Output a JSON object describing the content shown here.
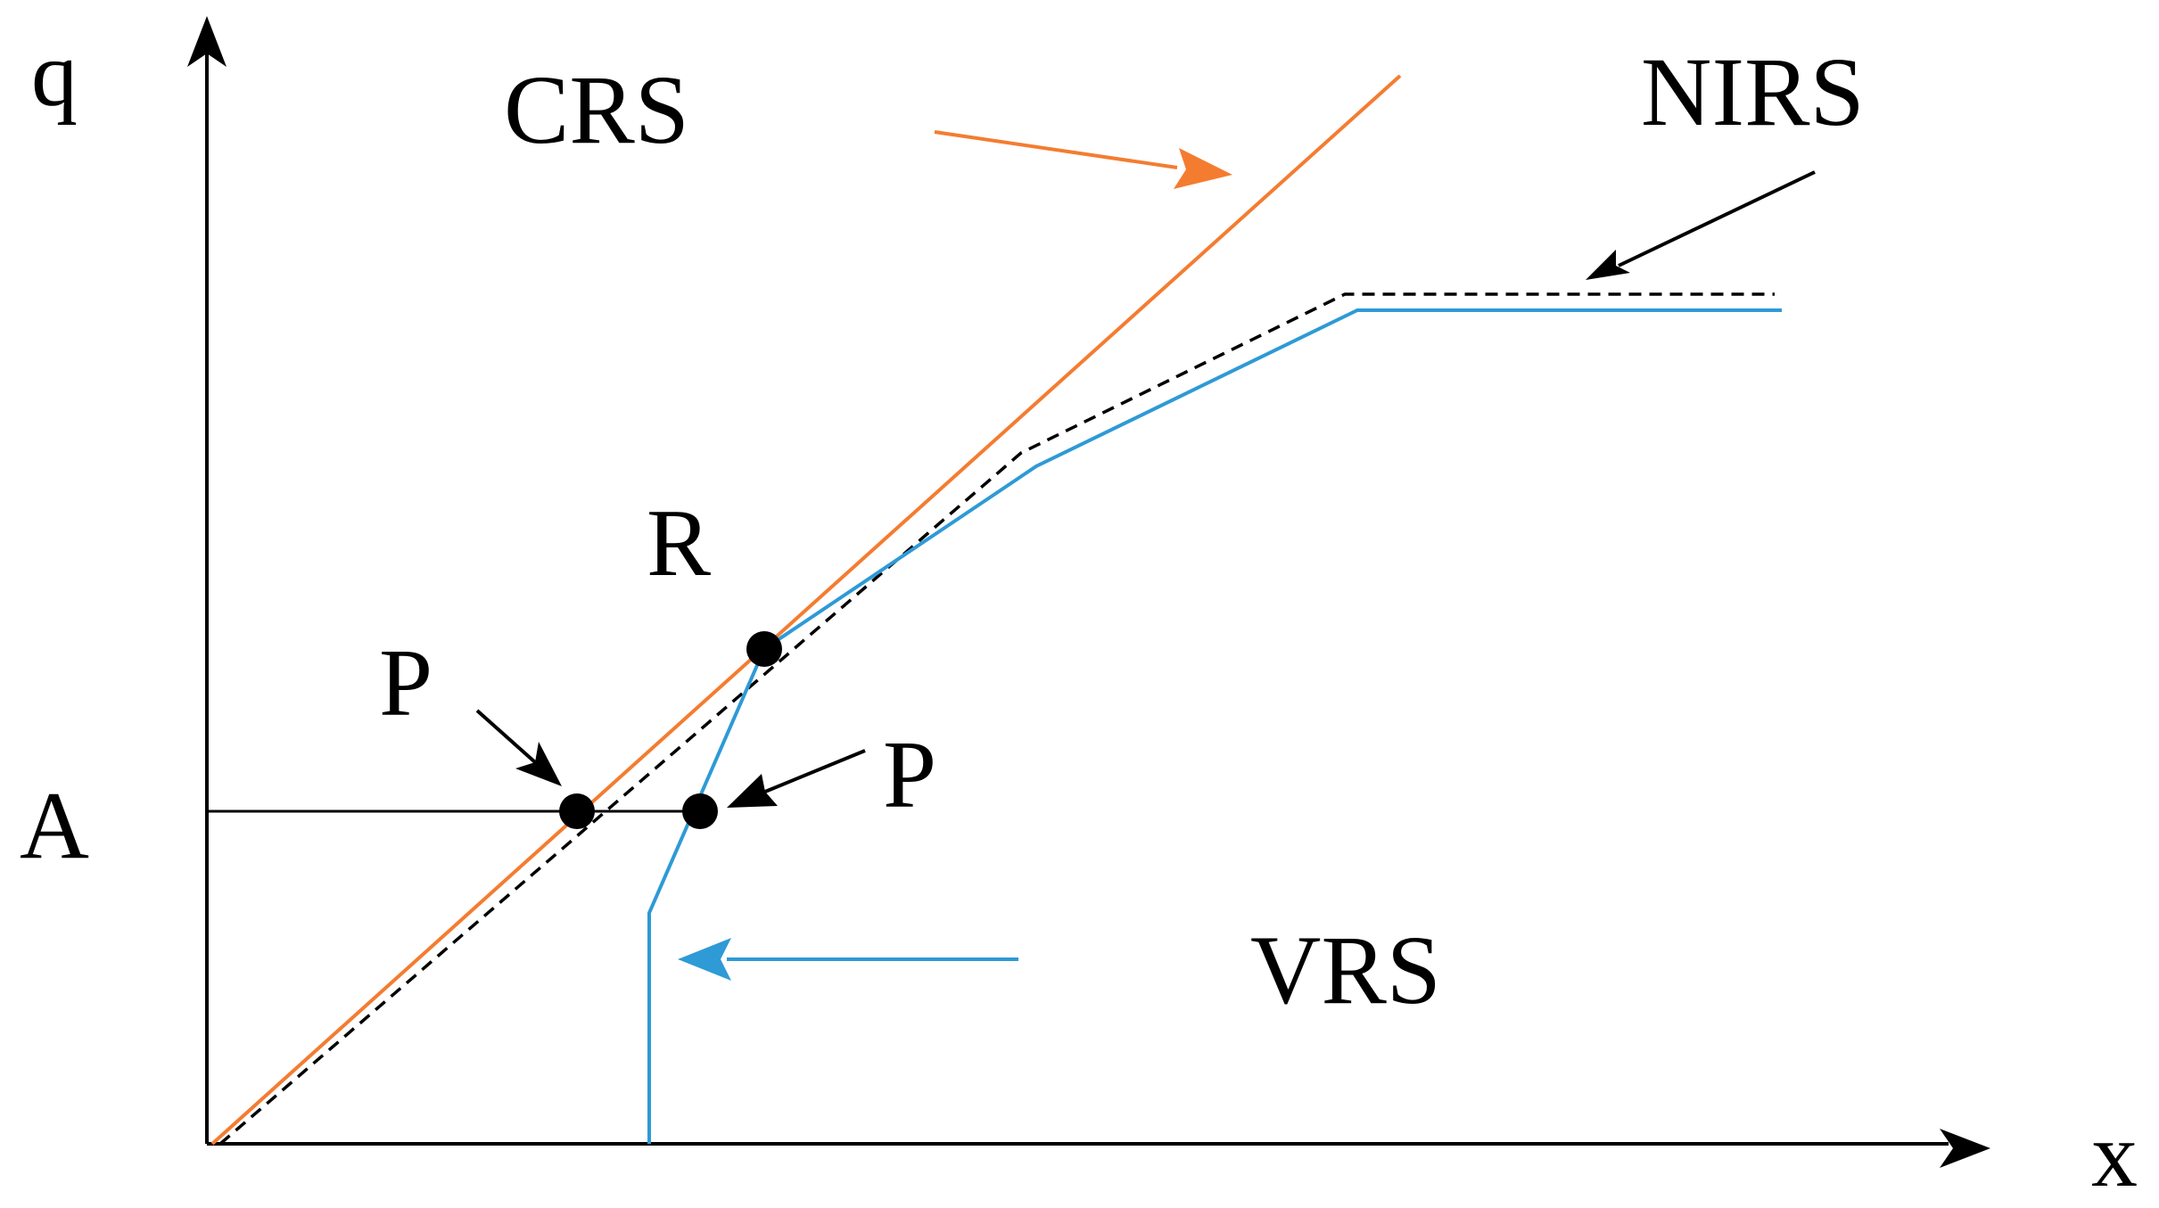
{
  "labels": {
    "y_axis": "q",
    "x_axis": "x",
    "crs": "CRS",
    "nirs": "NIRS",
    "vrs": "VRS",
    "point_r": "R",
    "point_p_left": "P",
    "point_p_right": "P",
    "level_a": "A"
  },
  "colors": {
    "axes": "#000000",
    "crs_line": "#F47C30",
    "vrs_line": "#2E9AD6",
    "nirs_line": "#000000",
    "points": "#000000"
  }
}
